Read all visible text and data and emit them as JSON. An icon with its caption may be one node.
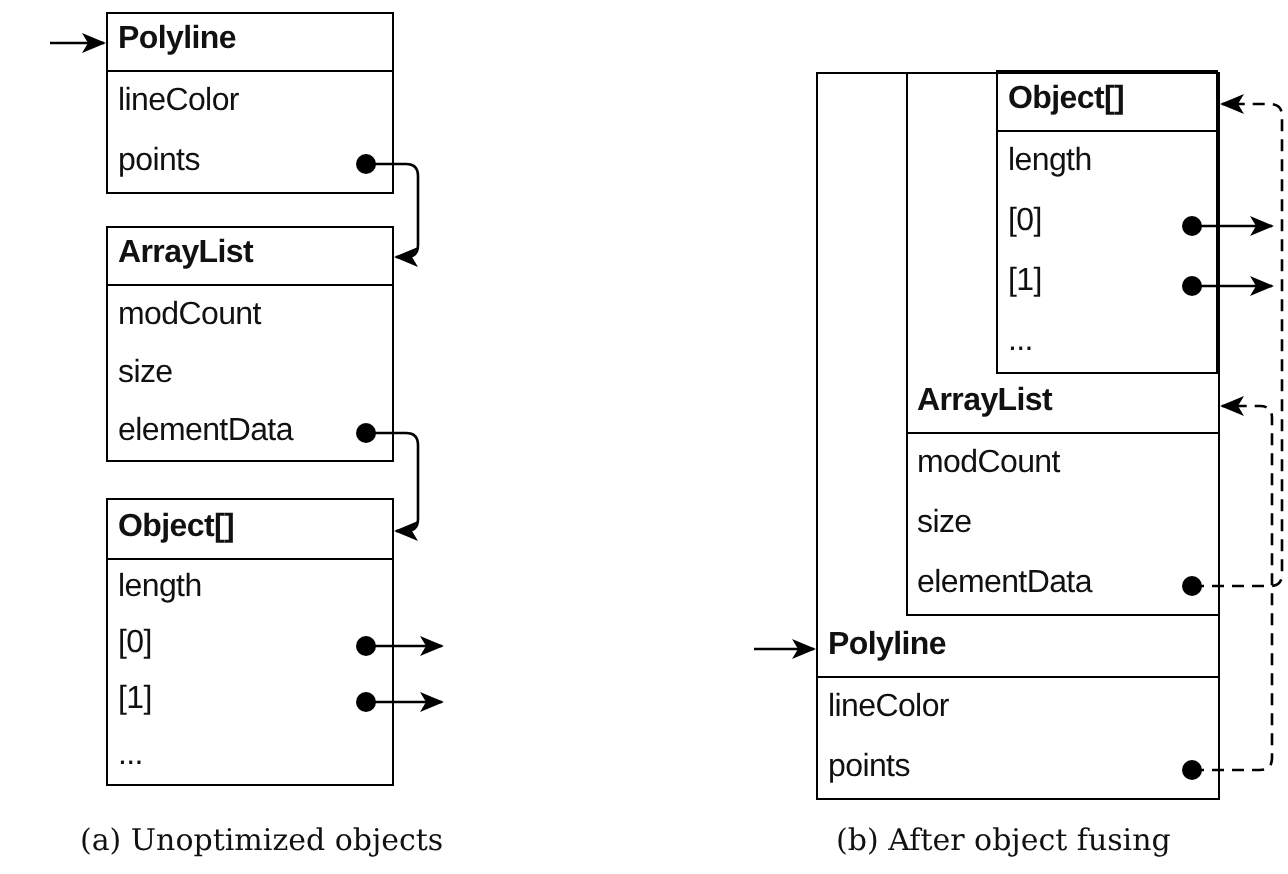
{
  "diagram": {
    "nodes": [
      {
        "text": [
          "Polyline",
          "lineColor",
          "points"
        ]
      },
      {
        "text": [
          "ArrayList",
          "modCount",
          "size",
          "elementData"
        ]
      },
      {
        "text": [
          "Object[]",
          "length",
          "[0]",
          "[1]",
          "..."
        ]
      },
      {
        "text": [
          "Polyline",
          "lineColor",
          "points"
        ]
      },
      {
        "text": [
          "ArrayList",
          "modCount",
          "size",
          "elementData"
        ],
        "in": 3
      },
      {
        "text": [
          "Object[]",
          "length",
          "[0]",
          "[1]",
          "..."
        ],
        "in": 4
      }
    ],
    "edges": [
      {
        "from": null,
        "to": 0,
        "arrow": "to"
      },
      {
        "from": 0,
        "to": 1,
        "arrow": "to"
      },
      {
        "from": 1,
        "to": 2,
        "arrow": "to"
      },
      {
        "from": 2,
        "to": null,
        "arrow": "to"
      },
      {
        "from": 2,
        "to": null,
        "arrow": "to"
      },
      {
        "from": null,
        "to": 3,
        "arrow": "to"
      },
      {
        "from": 3,
        "to": 4,
        "arrow": "to",
        "style": "dashed"
      },
      {
        "from": 4,
        "to": 5,
        "arrow": "to",
        "style": "dashed"
      },
      {
        "from": 5,
        "to": null,
        "arrow": "to"
      },
      {
        "from": 5,
        "to": null,
        "arrow": "to"
      }
    ],
    "labels": [
      "(a) Unoptimized objects",
      "(b) After object fusing"
    ]
  }
}
